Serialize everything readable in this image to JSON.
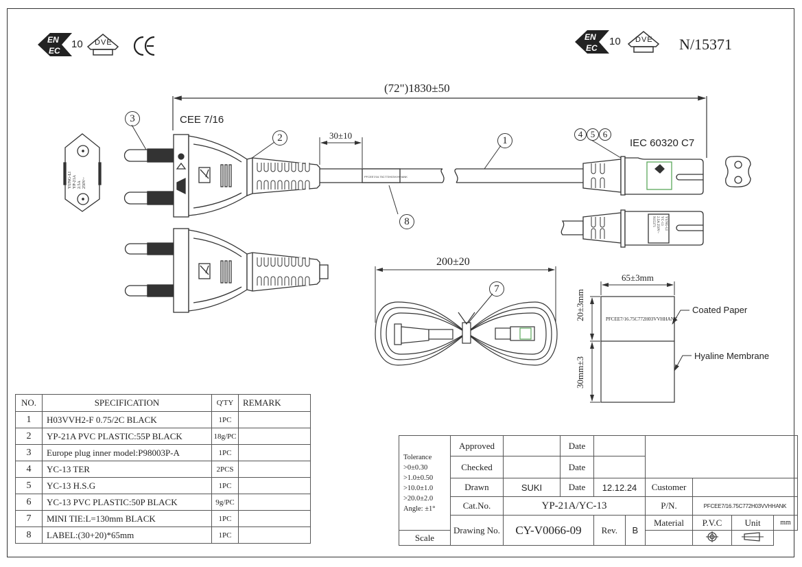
{
  "header": {
    "left_marks": {
      "enec_number": "10",
      "dve_text": "DVE",
      "ce_mark": "CE"
    },
    "right_marks": {
      "enec_number": "10",
      "dve_text": "DVE",
      "cert_number": "N/15371"
    }
  },
  "drawing": {
    "total_length": "(72\")1830±50",
    "plug_standard": "CEE 7/16",
    "connector_standard": "IEC 60320 C7",
    "label_offset": "30±10",
    "coil_width": "200±20",
    "label_width": "65±3mm",
    "label_height_paper": "20±3mm",
    "label_height_membrane": "30mm±3",
    "label_text": "PFCEE7/16.75C772H03VVHHANK",
    "coated_paper": "Coated Paper",
    "hyaline_membrane": "Hyaline Membrane",
    "plug_face_text": [
      "YUNG-LI",
      "YP-21A",
      "2.5A",
      "250V~"
    ],
    "connector_face_text": [
      "YUNG-LI",
      "YC-13",
      "2.5A 250V~",
      "N15371"
    ],
    "balloons": [
      "1",
      "2",
      "3",
      "4",
      "5",
      "6",
      "7",
      "8"
    ]
  },
  "bom": {
    "headers": [
      "NO.",
      "SPECIFICATION",
      "Q'TY",
      "REMARK"
    ],
    "rows": [
      {
        "no": "1",
        "spec": "H03VVH2-F 0.75/2C BLACK",
        "qty": "1PC",
        "remark": ""
      },
      {
        "no": "2",
        "spec": "YP-21A PVC PLASTIC:55P BLACK",
        "qty": "18g/PC",
        "remark": ""
      },
      {
        "no": "3",
        "spec": "Europe plug inner model:P98003P-A",
        "qty": "1PC",
        "remark": ""
      },
      {
        "no": "4",
        "spec": "YC-13 TER",
        "qty": "2PCS",
        "remark": ""
      },
      {
        "no": "5",
        "spec": "YC-13 H.S.G",
        "qty": "1PC",
        "remark": ""
      },
      {
        "no": "6",
        "spec": "YC-13 PVC PLASTIC:50P BLACK",
        "qty": "9g/PC",
        "remark": ""
      },
      {
        "no": "7",
        "spec": "MINI TIE:L=130mm BLACK",
        "qty": "1PC",
        "remark": ""
      },
      {
        "no": "8",
        "spec": "LABEL:(30+20)*65mm",
        "qty": "1PC",
        "remark": ""
      }
    ]
  },
  "title_block": {
    "tolerance": [
      "Tolerance",
      ">0±0.30",
      ">1.0±0.50",
      ">10.0±1.0",
      ">20.0±2.0",
      "Angle: ±1°"
    ],
    "approved_label": "Approved",
    "approved_value": "",
    "checked_label": "Checked",
    "checked_value": "",
    "drawn_label": "Drawn",
    "drawn_value": "SUKI",
    "date_label": "Date",
    "drawn_date": "12.12.24",
    "cat_no_label": "Cat.No.",
    "cat_no_value": "YP-21A/YC-13",
    "drawing_no_label": "Drawing No.",
    "drawing_no_value": "CY-V0066-09",
    "rev_label": "Rev.",
    "rev_value": "B",
    "customer_label": "Customer",
    "customer_value": "",
    "pn_label": "P/N.",
    "pn_value": "PFCEE7/16.75C772H03VVHHANK",
    "material_label": "Material",
    "material_value": "P.V.C",
    "unit_label": "Unit",
    "unit_value": "mm",
    "scale_label": "Scale",
    "scale_value": ""
  }
}
